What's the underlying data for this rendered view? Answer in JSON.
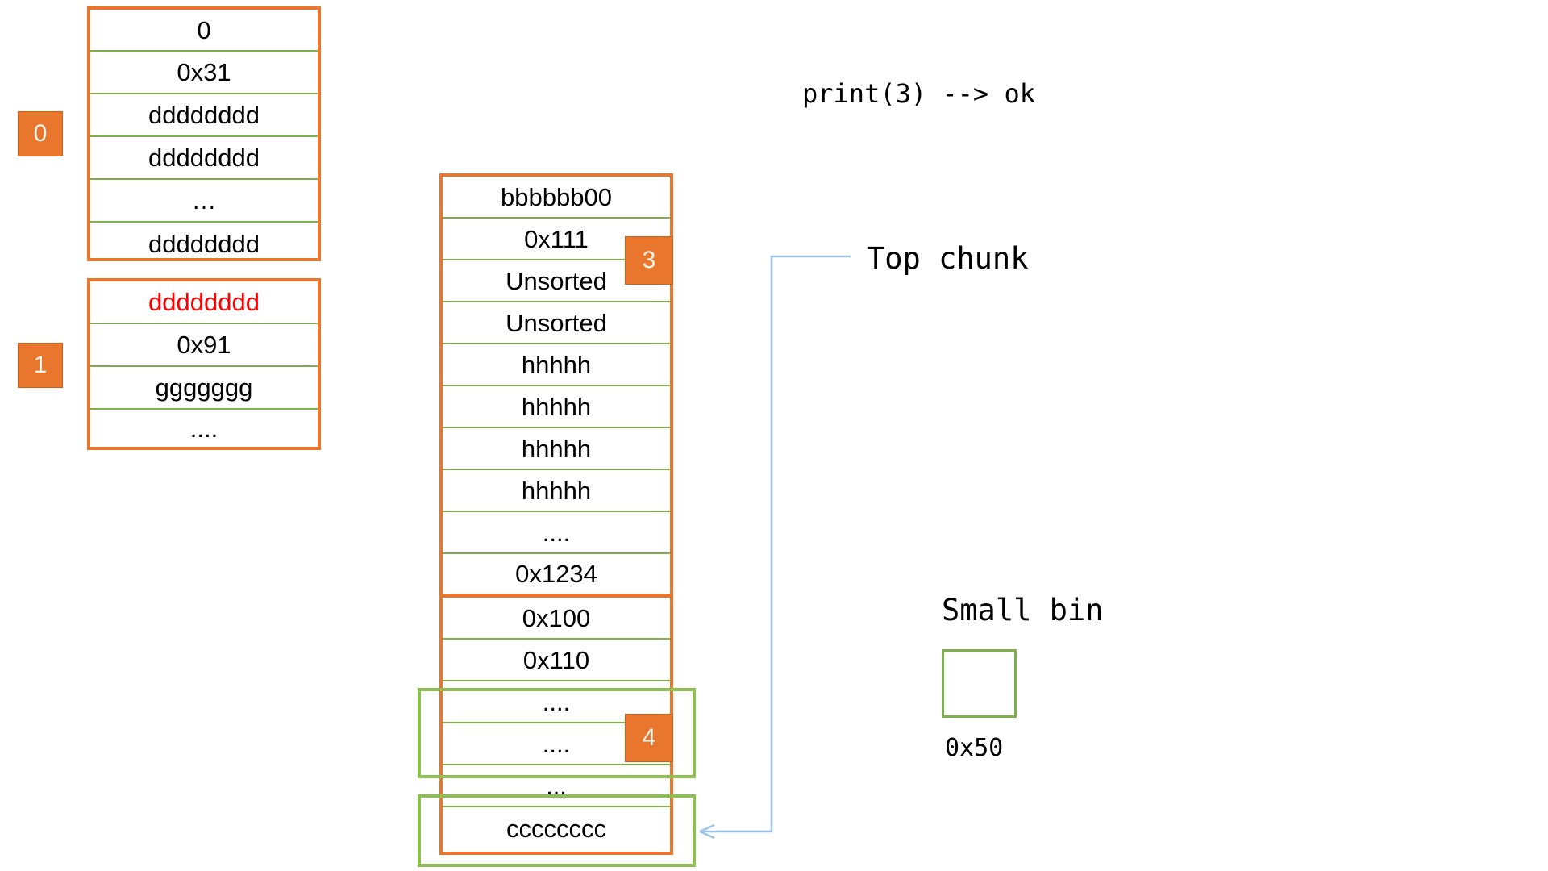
{
  "diagram": {
    "title_note": "heap-layout-diagram",
    "accent_orange": "#E8762C",
    "row_divider_green": "#7FAF4B",
    "highlight_green": "#8CC152",
    "alert_red": "#FF0000",
    "connector_blue": "#9DC3E6"
  },
  "badges": [
    {
      "id": "step-0",
      "label": "0"
    },
    {
      "id": "step-1",
      "label": "1"
    },
    {
      "id": "step-3",
      "label": "3"
    },
    {
      "id": "step-4",
      "label": "4"
    }
  ],
  "chunks": [
    {
      "id": "chunk-0",
      "rows": [
        {
          "text": "0",
          "color": "black"
        },
        {
          "text": "0x31",
          "color": "black"
        },
        {
          "text": "dddddddd",
          "color": "black"
        },
        {
          "text": "dddddddd",
          "color": "black"
        },
        {
          "text": "…",
          "color": "black"
        },
        {
          "text": "dddddddd",
          "color": "black"
        }
      ]
    },
    {
      "id": "chunk-1",
      "rows": [
        {
          "text": "dddddddd",
          "color": "red"
        },
        {
          "text": "0x91",
          "color": "black"
        },
        {
          "text": "ggggggg",
          "color": "black"
        },
        {
          "text": "....",
          "color": "black"
        }
      ]
    },
    {
      "id": "chunk-middle",
      "rows": [
        {
          "text": "bbbbbb00",
          "color": "black"
        },
        {
          "text": "0x111",
          "color": "black"
        },
        {
          "text": "Unsorted",
          "color": "black"
        },
        {
          "text": "Unsorted",
          "color": "black"
        },
        {
          "text": "hhhhh",
          "color": "black"
        },
        {
          "text": "hhhhh",
          "color": "black"
        },
        {
          "text": "hhhhh",
          "color": "black"
        },
        {
          "text": "hhhhh",
          "color": "black"
        },
        {
          "text": "....",
          "color": "black"
        },
        {
          "text": "0x1234",
          "color": "black"
        },
        {
          "text": "0x100",
          "color": "black"
        },
        {
          "text": "0x110",
          "color": "black"
        },
        {
          "text": "....",
          "color": "black"
        },
        {
          "text": "....",
          "color": "black"
        },
        {
          "text": "...",
          "color": "black"
        },
        {
          "text": "cccccccc",
          "color": "black"
        }
      ]
    }
  ],
  "annotations": {
    "print_result": "print(3) --> ok",
    "top_chunk_label": "Top chunk",
    "small_bin_label": "Small bin",
    "small_bin_size": "0x50"
  }
}
